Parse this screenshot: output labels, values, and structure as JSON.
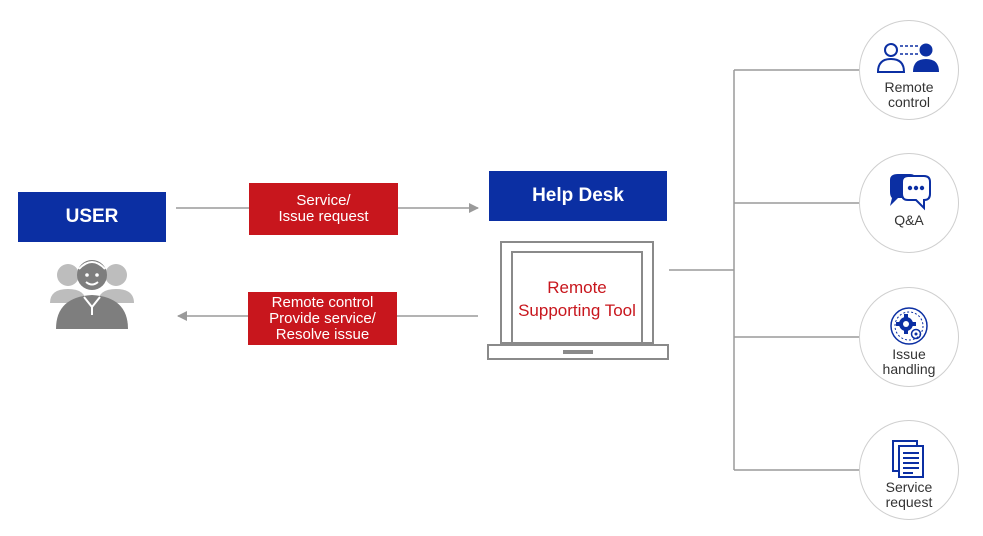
{
  "colors": {
    "blue": "#0b2fa3",
    "red": "#c8161d",
    "line": "#9a9a9a",
    "gray_icon": "#8a8a8a"
  },
  "user": {
    "label": "USER",
    "icon": "user-group-icon"
  },
  "help_desk": {
    "label": "Help Desk"
  },
  "requests": {
    "to_help_desk": "Service/\nIssue request",
    "to_user": "Remote control\nProvide service/\nResolve issue"
  },
  "tool": {
    "label": "Remote\nSupporting Tool",
    "icon": "laptop-icon"
  },
  "services": [
    {
      "label": "Remote\ncontrol",
      "icon": "remote-control-icon"
    },
    {
      "label": "Q&A",
      "icon": "chat-bubbles-icon"
    },
    {
      "label": "Issue\nhandling",
      "icon": "gear-icon"
    },
    {
      "label": "Service\nrequest",
      "icon": "document-icon"
    }
  ]
}
